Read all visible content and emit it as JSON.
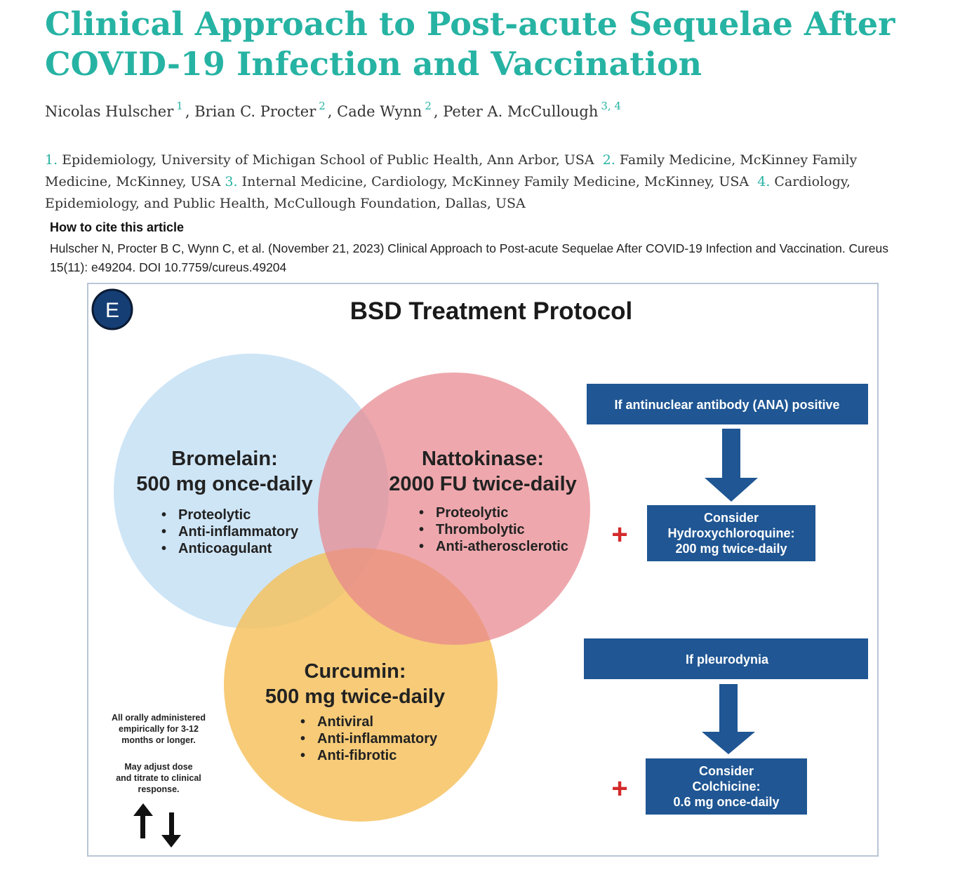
{
  "article": {
    "title": "Clinical Approach to Post-acute Sequelae After COVID-19 Infection and Vaccination",
    "authors": [
      {
        "name": "Nicolas Hulscher",
        "sup": "1"
      },
      {
        "name": "Brian C. Procter",
        "sup": "2"
      },
      {
        "name": "Cade Wynn",
        "sup": "2"
      },
      {
        "name": "Peter A. McCullough",
        "sup": "3, 4"
      }
    ],
    "affiliations": [
      {
        "num": "1.",
        "text": "Epidemiology, University of Michigan School of Public Health, Ann Arbor, USA"
      },
      {
        "num": "2.",
        "text": "Family Medicine, McKinney Family Medicine, McKinney, USA"
      },
      {
        "num": "3.",
        "text": "Internal Medicine, Cardiology, McKinney Family Medicine, McKinney, USA"
      },
      {
        "num": "4.",
        "text": "Cardiology, Epidemiology, and Public Health, McCullough Foundation, Dallas, USA"
      }
    ],
    "cite_heading": "How to cite this article",
    "citation": "Hulscher N, Procter B C, Wynn C, et al. (November 21, 2023) Clinical Approach to Post-acute Sequelae After COVID-19 Infection and Vaccination. Cureus 15(11): e49204. DOI 10.7759/cureus.49204"
  },
  "figure": {
    "panel_letter": "E",
    "title": "BSD Treatment Protocol",
    "colors": {
      "bromelain": "#c6e0f5",
      "nattokinase": "#e8868d",
      "curcumin": "#f5bf5a",
      "box": "#1f5693",
      "plus": "#d42a2a",
      "badge": "#153e75"
    },
    "circles": {
      "bromelain": {
        "name": "Bromelain:",
        "dose": "500 mg once-daily",
        "bullets": [
          "Proteolytic",
          "Anti-inflammatory",
          "Anticoagulant"
        ]
      },
      "nattokinase": {
        "name": "Nattokinase:",
        "dose": "2000 FU twice-daily",
        "bullets": [
          "Proteolytic",
          "Thrombolytic",
          "Anti-atherosclerotic"
        ]
      },
      "curcumin": {
        "name": "Curcumin:",
        "dose": "500 mg twice-daily",
        "bullets": [
          "Antiviral",
          "Anti-inflammatory",
          "Anti-fibrotic"
        ]
      }
    },
    "flows": {
      "ana_condition": "If antinuclear antibody (ANA) positive",
      "ana_action": [
        "Consider",
        "Hydroxychloroquine:",
        "200 mg twice-daily"
      ],
      "pleuro_condition": "If pleurodynia",
      "pleuro_action": [
        "Consider",
        "Colchicine:",
        "0.6 mg once-daily"
      ],
      "plus_symbol": "+"
    },
    "note": {
      "line1": [
        "All orally administered",
        "empirically for 3-12",
        "months or longer."
      ],
      "line2": [
        "May adjust dose",
        "and titrate to clinical",
        "response."
      ]
    }
  }
}
